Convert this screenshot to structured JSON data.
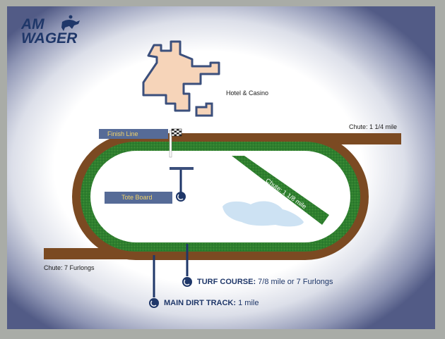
{
  "logo": {
    "line1": "AM",
    "line2": "WAGER",
    "icon": "horse-jockey-icon"
  },
  "labels": {
    "hotel": "Hotel & Casino",
    "finish_line": "Finish Line",
    "tote_board": "Tote Board",
    "chute_quarter": "Chute: 1 1/4 mile",
    "chute_eighth": "Chute: 1 1/8 mile",
    "chute_furlongs": "Chute: 7 Furlongs"
  },
  "legend": {
    "turf_title": "TURF COURSE:",
    "turf_value": " 7/8 mile or 7 Furlongs",
    "dirt_title": "MAIN DIRT TRACK:",
    "dirt_value": " 1 mile"
  },
  "colors": {
    "dirt": "#7b4a22",
    "turf": "#2d7d2e",
    "building": "#f6d4b9",
    "building_outline": "#3b4f7c",
    "label_box": "#566b97",
    "label_text": "#f0d26a",
    "navy": "#1f3769"
  }
}
